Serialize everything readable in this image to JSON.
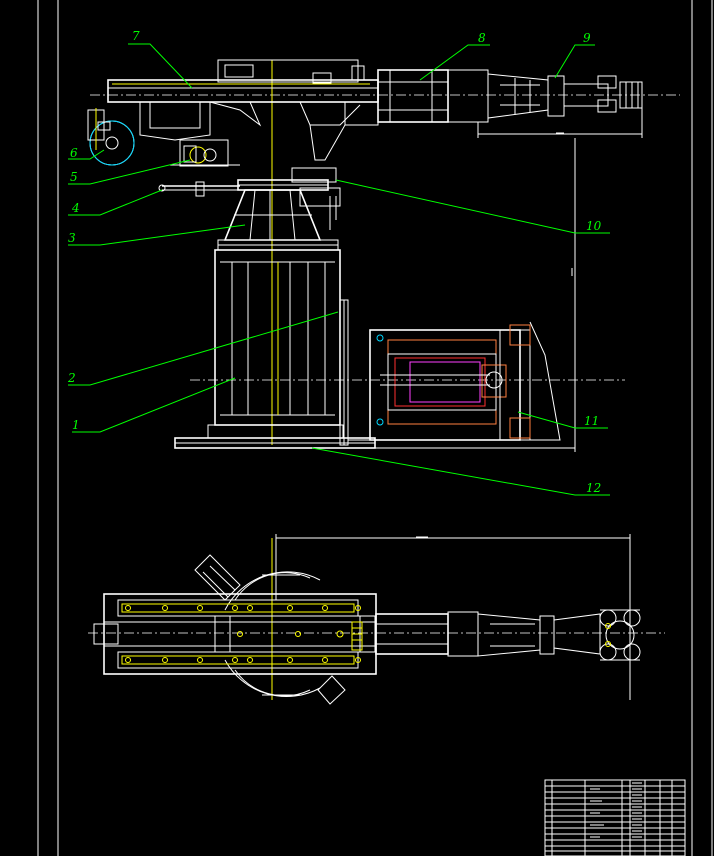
{
  "callouts": {
    "c1": "1",
    "c2": "2",
    "c3": "3",
    "c4": "4",
    "c5": "5",
    "c6": "6",
    "c7": "7",
    "c8": "8",
    "c9": "9",
    "c10": "10",
    "c11": "11",
    "c12": "12"
  },
  "colors": {
    "background": "#000000",
    "outline": "#ffffff",
    "centerline": "#ffff00",
    "leader": "#00ff00",
    "detail_cyan": "#00d8ff",
    "detail_magenta": "#ff40ff",
    "section_orange": "#ff8040"
  }
}
